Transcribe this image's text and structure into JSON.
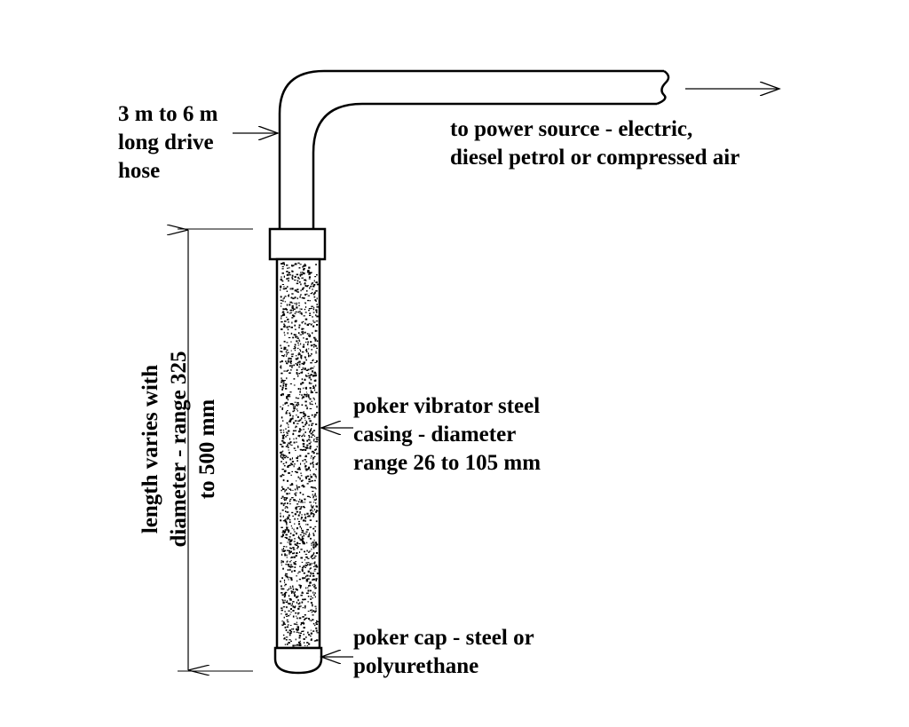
{
  "labels": {
    "hose": [
      "3 m to 6 m",
      "long drive",
      "hose"
    ],
    "power": [
      "to power source - electric,",
      "diesel petrol or compressed air"
    ],
    "casing": [
      "poker vibrator steel",
      "casing - diameter",
      "range 26 to 105 mm"
    ],
    "cap": [
      "poker cap - steel or",
      "polyurethane"
    ],
    "length": [
      "length varies with",
      "diameter - range 325",
      "to 500 mm"
    ]
  },
  "colors": {
    "ink": "#000000",
    "background": "#ffffff"
  }
}
